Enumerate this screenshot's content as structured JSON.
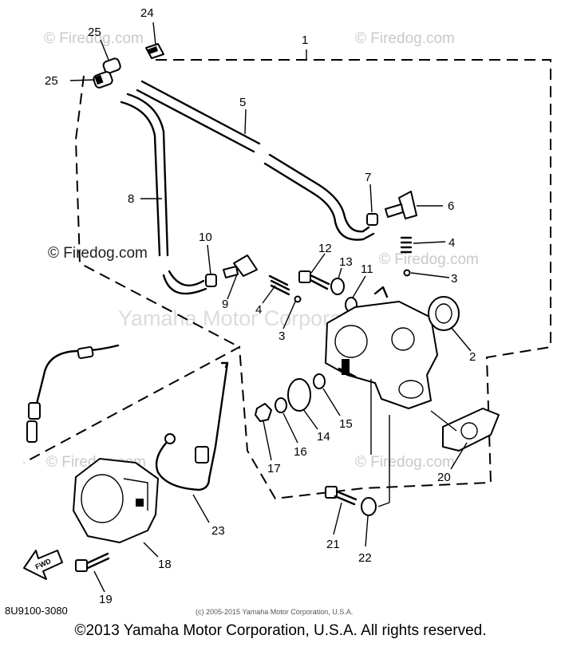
{
  "diagram": {
    "callouts": [
      "1",
      "2",
      "3",
      "4",
      "5",
      "6",
      "7",
      "8",
      "9",
      "10",
      "11",
      "12",
      "13",
      "14",
      "15",
      "16",
      "17",
      "18",
      "19",
      "20",
      "21",
      "22",
      "23",
      "24",
      "25"
    ],
    "extra": {
      "n3b": "3",
      "n4b": "4",
      "n25b": "25"
    },
    "part_code": "8U9100-3080",
    "small_copyright": "(c) 2005-2015 Yamaha Motor Corporation, U.S.A.",
    "watermark": "© Firedog.com",
    "watermark_center": "Yamaha Motor Corporation, U.S.A.",
    "direction_label": "FWD"
  },
  "footer": {
    "copyright": "©2013 Yamaha Motor Corporation, U.S.A. All rights reserved."
  }
}
